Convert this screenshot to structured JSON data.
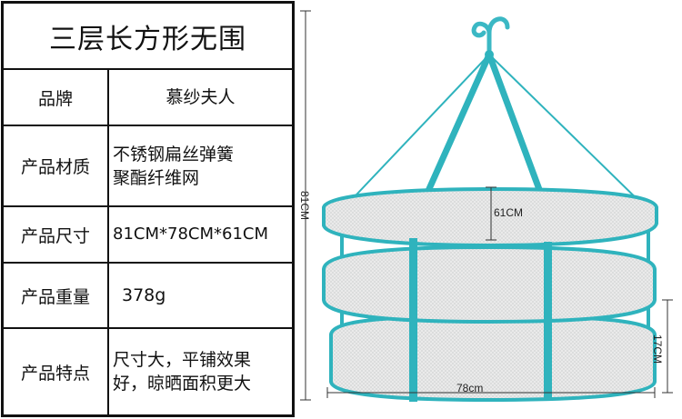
{
  "spec_table": {
    "title": "三层长方形无围",
    "rows": [
      {
        "label": "品牌",
        "value_lines": [
          "慕纱夫人"
        ]
      },
      {
        "label": "产品材质",
        "value_lines": [
          "不锈钢扁丝弹簧",
          "聚酯纤维网"
        ]
      },
      {
        "label": "产品尺寸",
        "value_lines": [
          "81CM*78CM*61CM"
        ]
      },
      {
        "label": "产品重量",
        "value_lines": [
          "378g"
        ]
      },
      {
        "label": "产品特点",
        "value_lines": [
          "尺寸大，平铺效果",
          "好，晾晒面积更大"
        ]
      }
    ]
  },
  "product_photo": {
    "dimensions": {
      "height": "81CM",
      "tier_gap": "61CM",
      "length": "78cm",
      "bottom_height": "17CM"
    },
    "colors": {
      "frame": "#2fb3bd",
      "mesh": "#e9eaea",
      "mesh_shade": "#d4d6d6"
    }
  }
}
